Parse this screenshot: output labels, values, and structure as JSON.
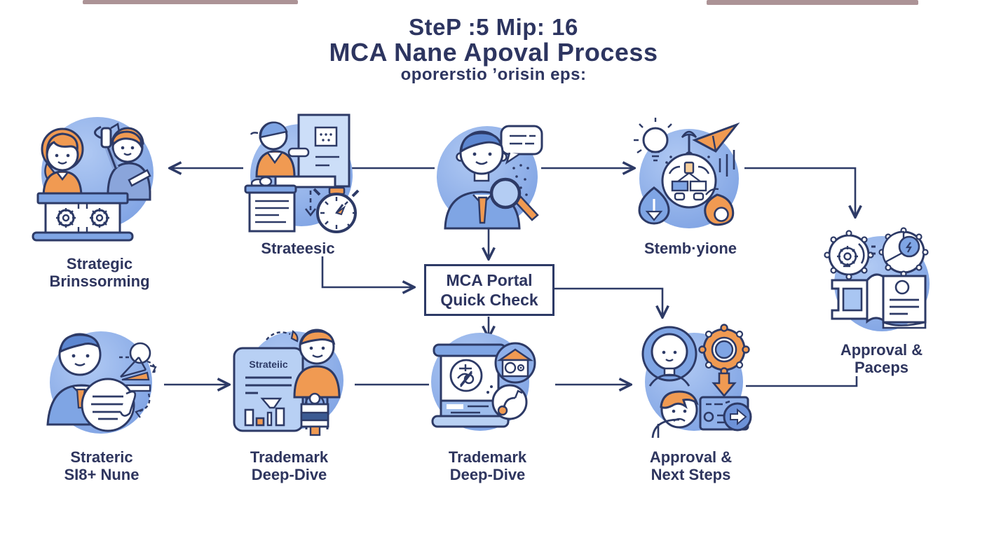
{
  "title": {
    "line1": "SteP :5 Mip: 16",
    "line2": "MCA Nane Apoval Process",
    "line3": "oporerstio ʼorisin eps:"
  },
  "box": {
    "line1": "MCA Portal",
    "line2": "Quick Check"
  },
  "nodes": {
    "top1": {
      "line1": "Strategic",
      "line2": "Brinssorming",
      "icon": "team-brainstorm-icon"
    },
    "top2": {
      "line1": "Strateesic",
      "icon": "timer-checklist-icon"
    },
    "top3": {
      "icon": "analyst-magnifier-icon"
    },
    "top4": {
      "line1": "Stemb·yione",
      "icon": "idea-cycle-icon"
    },
    "right": {
      "line1": "Approval &",
      "line2": "Paceps",
      "icon": "gears-open-book-icon"
    },
    "bot1": {
      "line1": "Strateric",
      "line2": "SI8+ Nune",
      "icon": "consultant-speech-icon"
    },
    "bot2": {
      "line1": "Trademark",
      "line2": "Deep-Dive",
      "doc_text": "Strateiic",
      "icon": "report-shopper-icon"
    },
    "bot3": {
      "line1": "Trademark",
      "line2": "Deep-Dive",
      "icon": "certificate-scroll-icon"
    },
    "bot4": {
      "line1": "Approval &",
      "line2": "Next Steps",
      "icon": "team-gear-card-icon"
    }
  },
  "colors": {
    "line": "#2d3a66",
    "text": "#2e355e",
    "circle_blue": "#84a9e8",
    "accent_orange": "#f09a52"
  }
}
